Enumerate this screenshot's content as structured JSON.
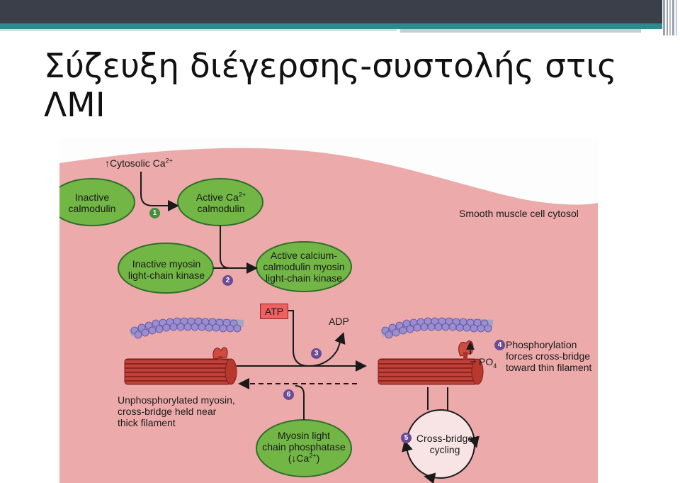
{
  "slide": {
    "title": "Σύζευξη διέγερσης-συστολής στις ΛΜΙ"
  },
  "figure": {
    "cytosol_label": "Smooth muscle cell cytosol",
    "cytosolic_ca": {
      "arrow": "↑",
      "text": "Cytosolic Ca",
      "sup": "2+"
    },
    "inactive_calmodulin": [
      "Inactive",
      "calmodulin"
    ],
    "active_calmodulin": {
      "line1": "Active Ca",
      "sup": "2+",
      "line2": "calmodulin"
    },
    "inactive_mlck": [
      "Inactive myosin",
      "light-chain kinase"
    ],
    "active_mlck": [
      "Active calcium-",
      "calmodulin myosin",
      "light-chain kinase"
    ],
    "atp": "ATP",
    "adp": "ADP",
    "po4": {
      "text": "PO",
      "sub": "4"
    },
    "phosphorylation_note": [
      "Phosphorylation",
      "forces cross-bridge",
      "toward thin filament"
    ],
    "unphosphorylated_note": [
      "Unphosphorylated myosin,",
      "cross-bridge held near",
      "thick filament"
    ],
    "phosphatase": {
      "line1": "Myosin light",
      "line2": "chain phosphatase",
      "line3_pre": "(↓Ca",
      "line3_sup": "2+",
      "line3_post": ")"
    },
    "cross_bridge": [
      "Cross-bridge",
      "cycling"
    ],
    "steps": [
      "1",
      "2",
      "3",
      "4",
      "5",
      "6"
    ],
    "colors": {
      "cytosol": "#ecaaaa",
      "oval_green": "#72b646",
      "oval_border": "#2f6e2a",
      "atp_box": "#f06060",
      "step_green": "#3f8f3b",
      "step_purple": "#6a4b95",
      "myosin": "#b8382e",
      "actin_beads": "#9a8ed0",
      "header_bar": "#3a3f4a",
      "header_accent": "#2d8a8f"
    }
  }
}
